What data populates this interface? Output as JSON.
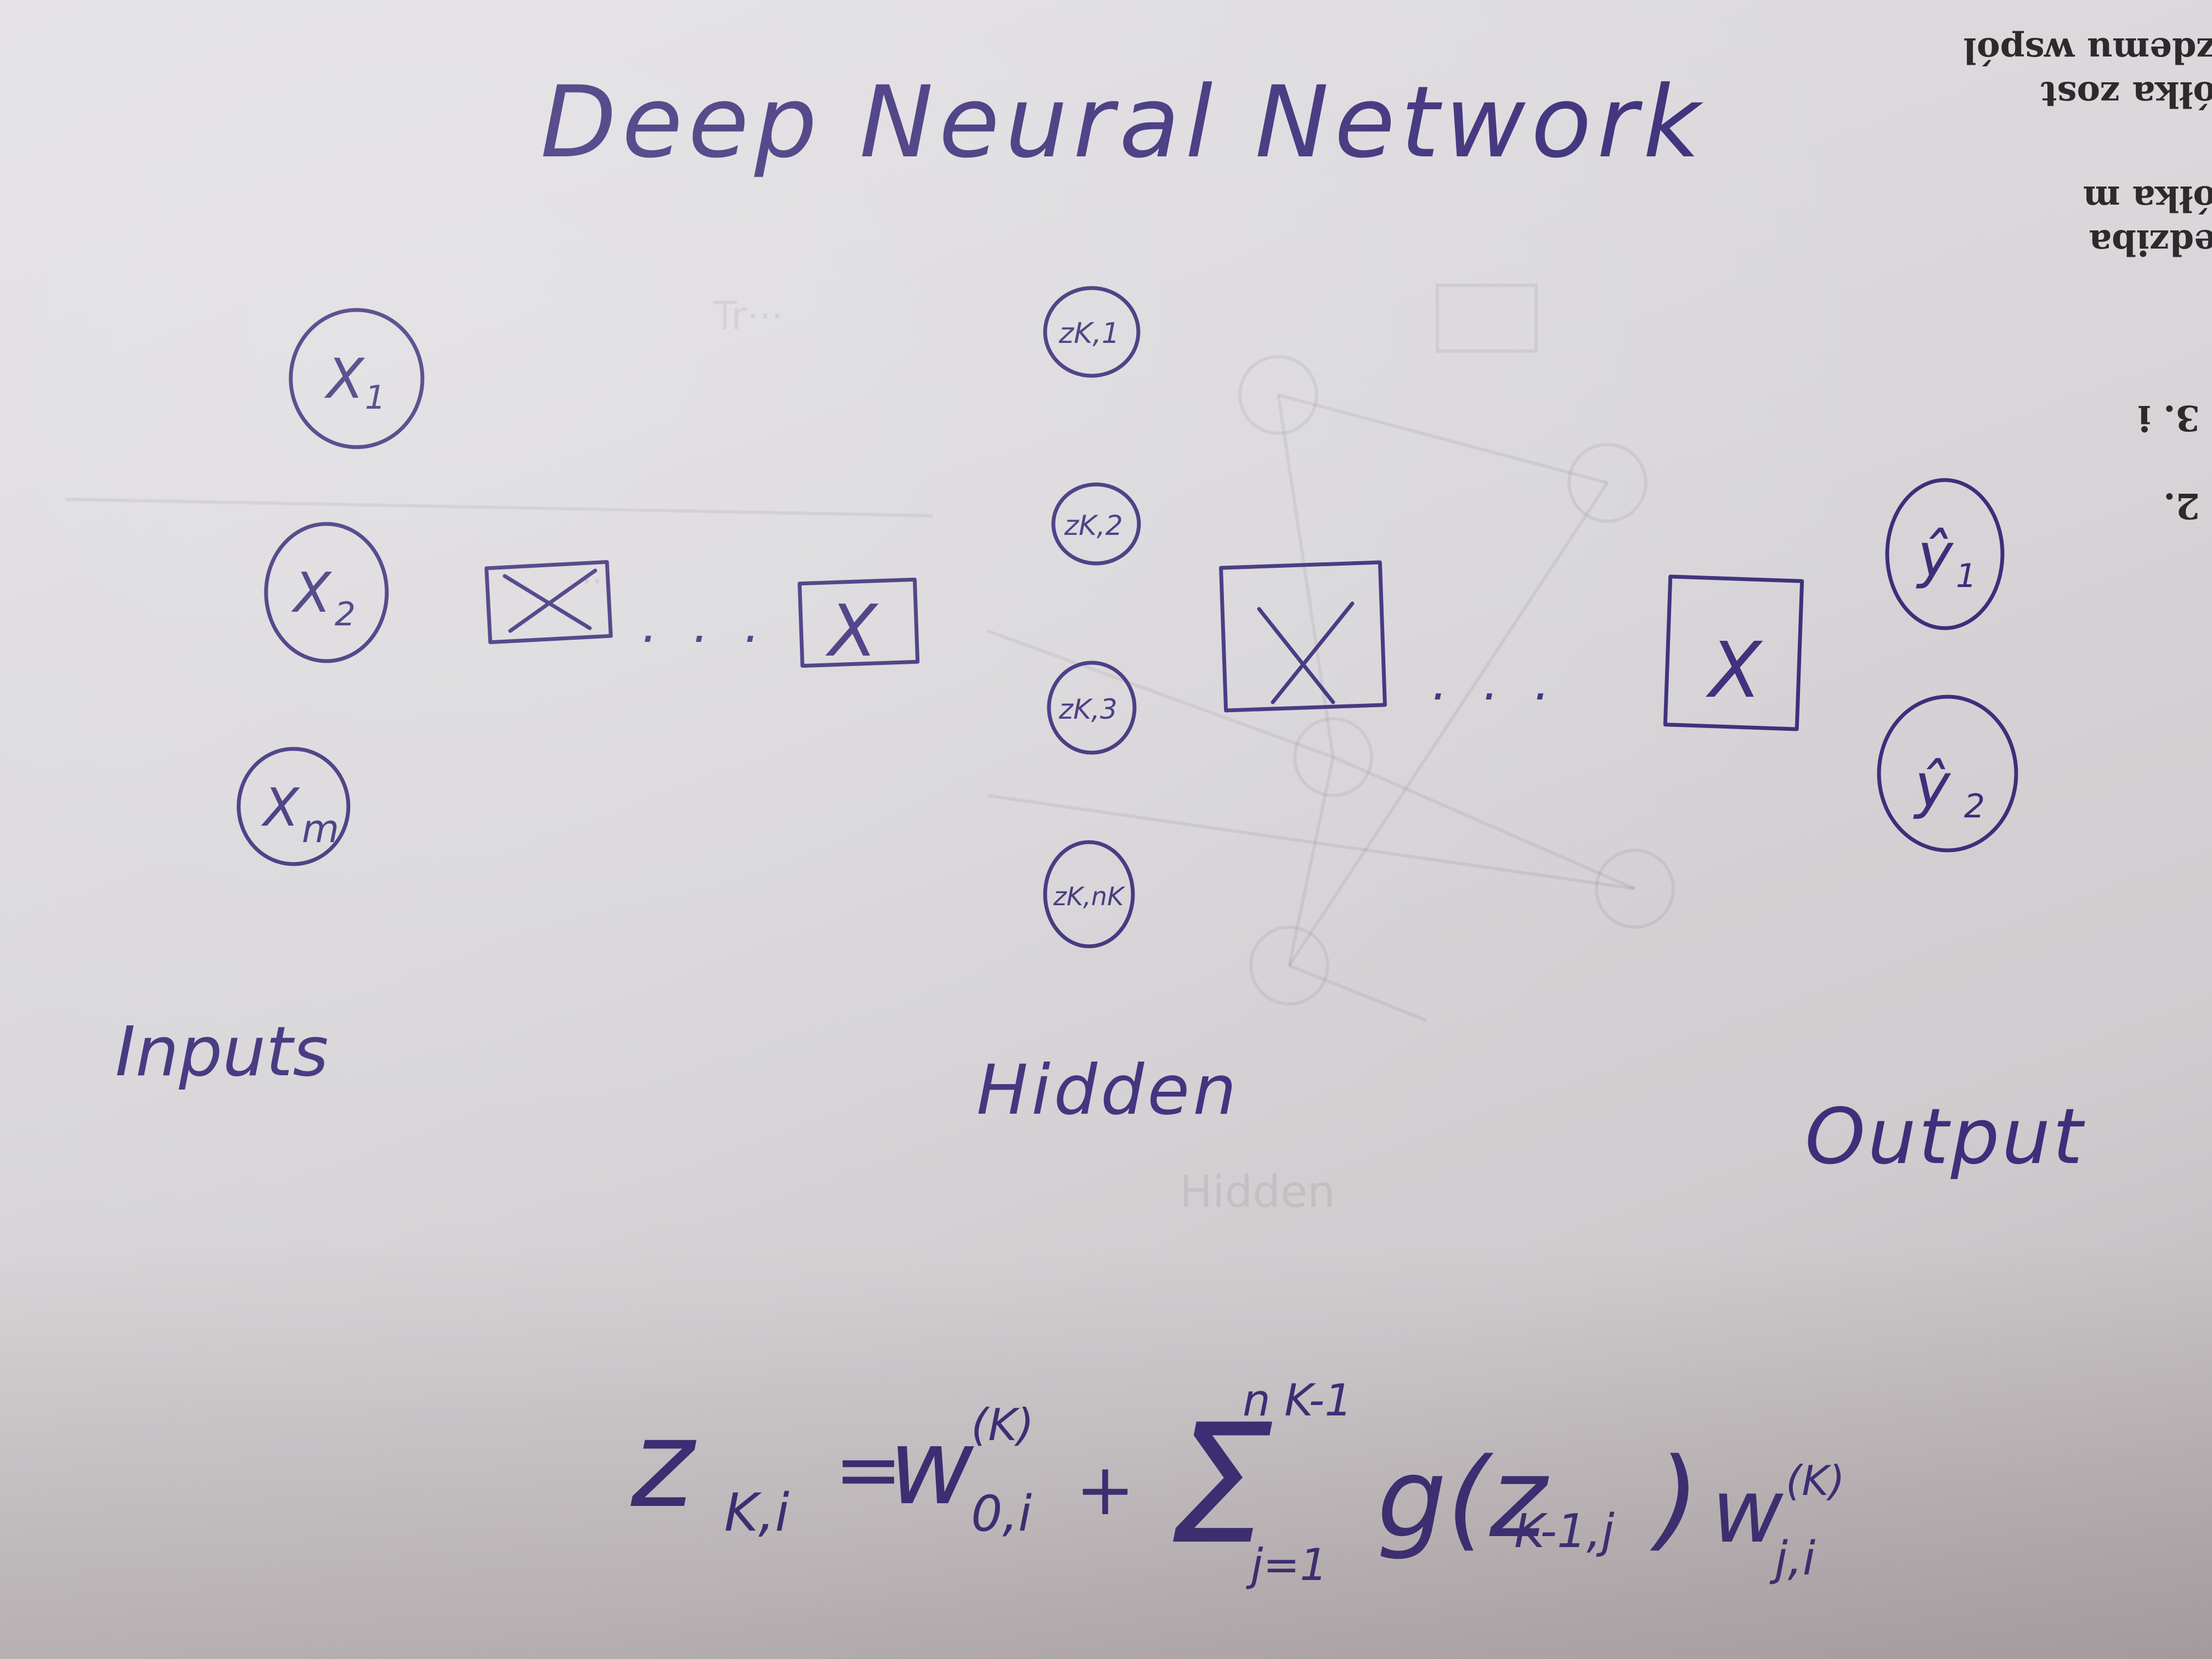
{
  "title": "Deep Neural Network",
  "inputs": {
    "label": "Inputs",
    "nodes": [
      {
        "base": "X",
        "sub": "1"
      },
      {
        "base": "X",
        "sub": "2"
      },
      {
        "base": "X",
        "sub": "m"
      }
    ]
  },
  "hidden": {
    "label": "Hidden",
    "nodes": [
      "zK,1",
      "zK,2",
      "zK,3",
      "zK,nK"
    ],
    "box_symbol": "X",
    "ellipsis": ". . ."
  },
  "output": {
    "label": "Output",
    "nodes": [
      {
        "base": "ŷ",
        "sub": "1"
      },
      {
        "base": "ŷ",
        "sub": "2"
      }
    ]
  },
  "formula": {
    "lhs": "z",
    "lhs_sub": "K,i",
    "eq": "=",
    "w0": "w",
    "w0_sub": "0,i",
    "w0_sup": "(K)",
    "plus": "+",
    "sigma": "Σ",
    "sigma_lower": "j=1",
    "sigma_upper": "n K-1",
    "g": "g(z",
    "g_sub": "K-1,j",
    "g_close": ")",
    "w": "w",
    "w_sub": "j,i",
    "w_sup": "(K)"
  },
  "margin_text": {
    "line1": "edziba",
    "line2": "ółka m",
    "line3": "3. i",
    "line4": "2.",
    "line5": "ółka zost",
    "line6": "zdemu wspól"
  }
}
